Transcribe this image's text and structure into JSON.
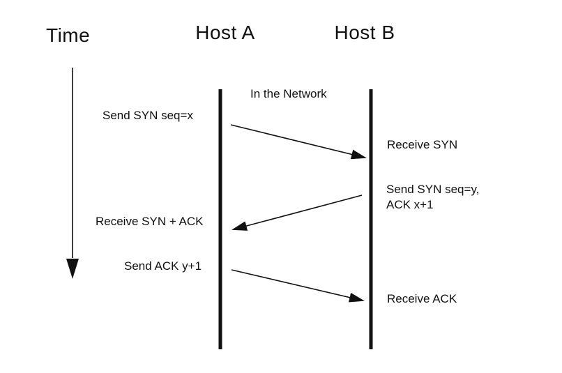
{
  "diagram": {
    "time_axis_label": "Time",
    "host_a_label": "Host A",
    "host_b_label": "Host B",
    "network_label": "In the Network",
    "messages": [
      {
        "from": "Host A",
        "to": "Host B",
        "send_label": "Send SYN seq=x",
        "receive_label": "Receive SYN"
      },
      {
        "from": "Host B",
        "to": "Host A",
        "send_label": "Send SYN seq=y,\nACK x+1",
        "receive_label": "Receive SYN + ACK"
      },
      {
        "from": "Host A",
        "to": "Host B",
        "send_label": "Send ACK y+1",
        "receive_label": "Receive ACK"
      }
    ],
    "colors": {
      "ink": "#111111",
      "background": "#ffffff"
    }
  }
}
